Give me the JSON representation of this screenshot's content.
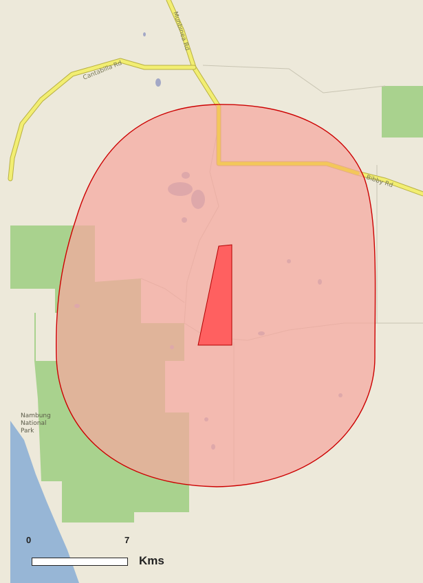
{
  "roads": {
    "north": "Munbinea Rd",
    "west": "Cantabilla Rd",
    "east": "Bibby Rd"
  },
  "park_label": "Nambung\nNational\nPark",
  "scale": {
    "zero": "0",
    "max": "7",
    "unit": "Kms"
  },
  "colors": {
    "land": "#ede9da",
    "park": "#a9d28e",
    "ocean": "#97b6d6",
    "road": "#f2ee72",
    "highlight_road": "#f3c75a",
    "buffer_fill": "#f5a8a0",
    "buffer_stroke": "#cc0000",
    "site_fill": "#ff6060"
  }
}
